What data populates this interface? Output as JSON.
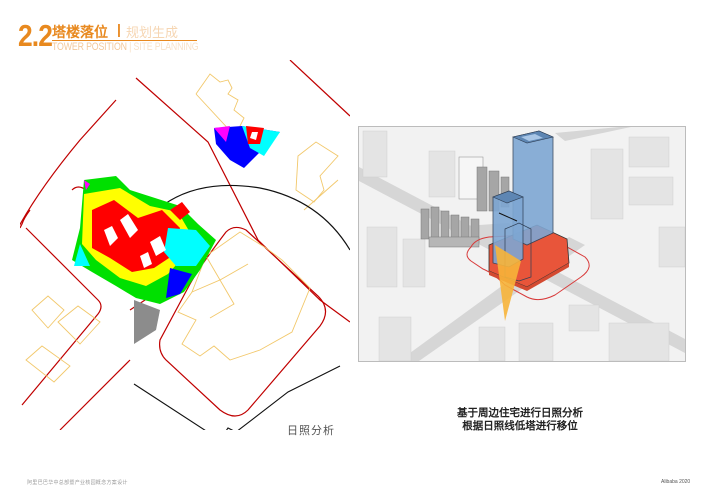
{
  "header": {
    "section_number": "2.2",
    "title_cn": "塔楼落位",
    "separator": "|",
    "subtitle_cn": "规划生成",
    "title_en": "TOWER POSITION",
    "subtitle_en": "| SITE PLANNING",
    "accent_color": "#e8891f"
  },
  "figures": {
    "left": {
      "name": "sunlight-analysis-site-plan",
      "caption": "日照分析",
      "legend_colors": [
        "#ff0000",
        "#ffff00",
        "#00ff00",
        "#00ffff",
        "#0000ff",
        "#ff00ff"
      ],
      "line_colors": {
        "road_boundary": "#c00000",
        "buildings": "#f2c86b",
        "sun_arc": "#111111",
        "shadow": "#8c8c8c"
      }
    },
    "right": {
      "name": "axonometric-tower-massing",
      "caption_lines": [
        "基于周边住宅进行日照分析",
        "根据日照线低塔进行移位"
      ],
      "colors": {
        "tower_glass": "#7ea7d3",
        "podium": "#e8553a",
        "sun_wedge": "#f7b43a",
        "site_line": "#d83a3a"
      }
    }
  },
  "footer": {
    "left_text": "阿里巴巴华中总部暨产业核园概念方案设计",
    "right_text": "Alibaba 2020"
  }
}
